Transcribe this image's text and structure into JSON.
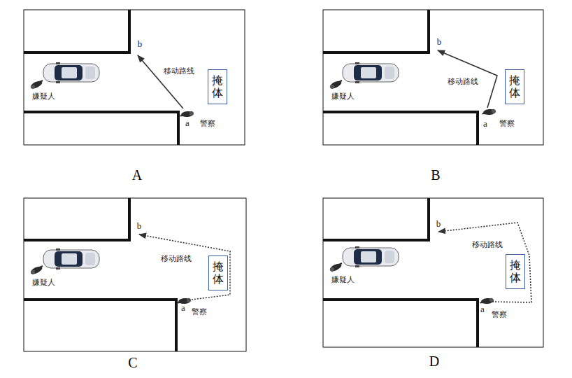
{
  "diagram": {
    "nodes": [
      {
        "text": [
          "掩体"
        ]
      },
      {
        "text": [
          "掩体"
        ]
      },
      {
        "text": [
          "掩体"
        ]
      },
      {
        "text": [
          "掩体"
        ]
      }
    ],
    "labels": [
      "b",
      "嫌疑人",
      "移动路线",
      "警察",
      "a",
      "A",
      "b",
      "嫌疑人",
      "移动路线",
      "警察",
      "a",
      "B",
      "b",
      "嫌疑人",
      "移动路线",
      "警察",
      "a",
      "C",
      "b",
      "嫌疑人",
      "移动路线",
      "警察",
      "a",
      "D"
    ]
  }
}
